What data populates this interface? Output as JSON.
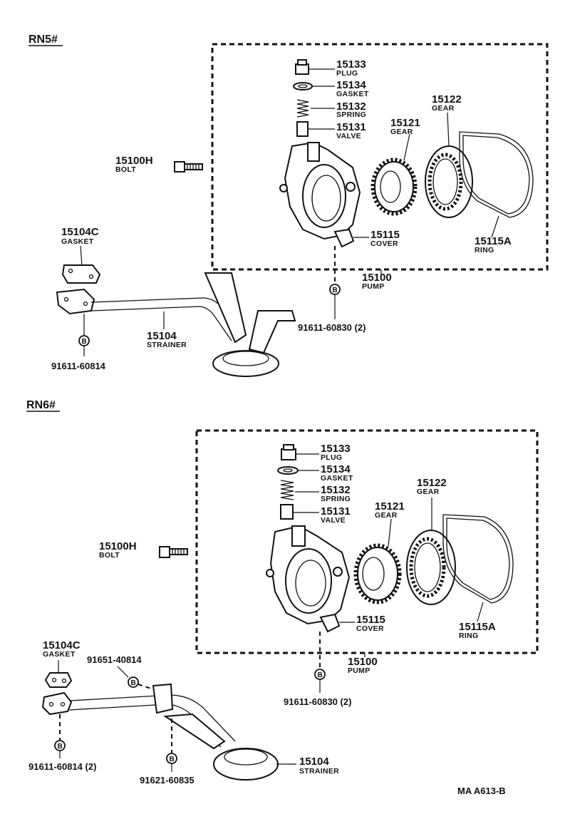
{
  "sections": [
    {
      "title": "RN5#",
      "parts": {
        "plug": {
          "number": "15133",
          "name": "PLUG"
        },
        "gasket_small": {
          "number": "15134",
          "name": "GASKET"
        },
        "spring": {
          "number": "15132",
          "name": "SPRING"
        },
        "valve": {
          "number": "15131",
          "name": "VALVE"
        },
        "gear_driven": {
          "number": "15122",
          "name": "GEAR"
        },
        "gear_drive": {
          "number": "15121",
          "name": "GEAR"
        },
        "bolt": {
          "number": "15100H",
          "name": "BOLT"
        },
        "gasket_strainer": {
          "number": "15104C",
          "name": "GASKET"
        },
        "cover": {
          "number": "15115",
          "name": "COVER"
        },
        "ring": {
          "number": "15115A",
          "name": "RING"
        },
        "pump": {
          "number": "15100",
          "name": "PUMP"
        },
        "strainer": {
          "number": "15104",
          "name": "STRAINER"
        }
      },
      "fasteners": {
        "bolt_right": "91611-60830 (2)",
        "bolt_left": "91611-60814"
      }
    },
    {
      "title": "RN6#",
      "parts": {
        "plug": {
          "number": "15133",
          "name": "PLUG"
        },
        "gasket_small": {
          "number": "15134",
          "name": "GASKET"
        },
        "spring": {
          "number": "15132",
          "name": "SPRING"
        },
        "valve": {
          "number": "15131",
          "name": "VALVE"
        },
        "gear_driven": {
          "number": "15122",
          "name": "GEAR"
        },
        "gear_drive": {
          "number": "15121",
          "name": "GEAR"
        },
        "bolt": {
          "number": "15100H",
          "name": "BOLT"
        },
        "gasket_strainer": {
          "number": "15104C",
          "name": "GASKET"
        },
        "cover": {
          "number": "15115",
          "name": "COVER"
        },
        "ring": {
          "number": "15115A",
          "name": "RING"
        },
        "pump": {
          "number": "15100",
          "name": "PUMP"
        },
        "strainer": {
          "number": "15104",
          "name": "STRAINER"
        }
      },
      "fasteners": {
        "bolt_upper": "91651-40814",
        "bolt_right": "91611-60830 (2)",
        "bolt_left": "91611-60814 (2)",
        "bolt_bracket": "91621-60835"
      }
    }
  ],
  "callout_marker": "B",
  "drawing_code": "MA A613-B"
}
